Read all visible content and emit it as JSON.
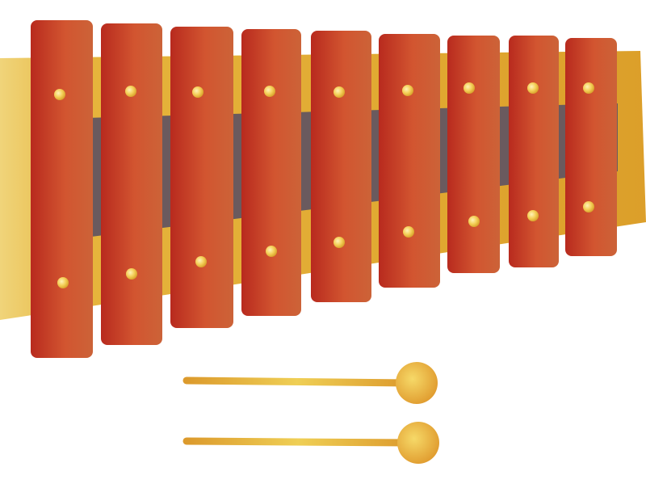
{
  "illustration": {
    "subject": "xylophone",
    "bar_count": 9,
    "mallet_count": 2
  },
  "colors": {
    "background": "#ffffff",
    "frame_light": "#f0d47a",
    "frame_mid": "#e6b53c",
    "frame_dark": "#dc9f2a",
    "cord": "#6a5a5e",
    "bar_dark": "#b82a1e",
    "bar_mid": "#d25530",
    "bar_light": "#cc6338",
    "peg_light": "#fff2b8",
    "peg_mid": "#f4cf58",
    "peg_dark": "#d7a12a",
    "mallet_stick_dark": "#dc9a2c",
    "mallet_stick_light": "#efcf55",
    "mallet_head_light": "#f6d968",
    "mallet_head_dark": "#e09b2e"
  }
}
